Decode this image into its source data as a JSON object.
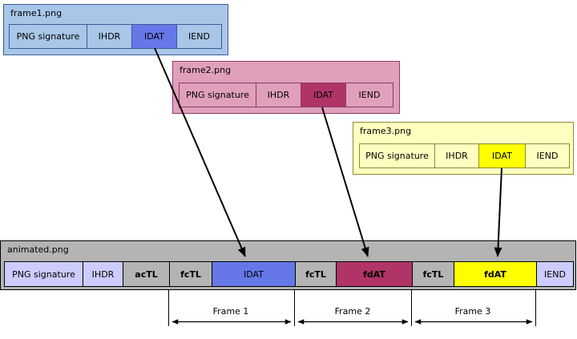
{
  "frames": [
    {
      "title": "frame1.png",
      "chunks": [
        "PNG signature",
        "IHDR",
        "IDAT",
        "IEND"
      ],
      "highlight_chunk": "IDAT",
      "colors": {
        "box_bg": "#a8c6e8",
        "box_border": "#3c5a96",
        "highlight_bg": "#6677e8"
      }
    },
    {
      "title": "frame2.png",
      "chunks": [
        "PNG signature",
        "IHDR",
        "IDAT",
        "IEND"
      ],
      "highlight_chunk": "IDAT",
      "colors": {
        "box_bg": "#e0a0bc",
        "box_border": "#8c3c5f",
        "highlight_bg": "#b03468"
      }
    },
    {
      "title": "frame3.png",
      "chunks": [
        "PNG signature",
        "IHDR",
        "IDAT",
        "IEND"
      ],
      "highlight_chunk": "IDAT",
      "colors": {
        "box_bg": "#ffffc0",
        "box_border": "#8c8c3c",
        "highlight_bg": "#ffff00"
      }
    }
  ],
  "animated": {
    "title": "animated.png",
    "chunks": [
      "PNG signature",
      "IHDR",
      "acTL",
      "fcTL",
      "IDAT",
      "fcTL",
      "fdAT",
      "fcTL",
      "fdAT",
      "IEND"
    ],
    "colors": {
      "box_bg": "#b4b4b4",
      "box_border": "#000000",
      "plain_chunk_bg": "#ccccff",
      "control_chunk_bg": "#b4b4b4",
      "idat_bg": "#6677e8",
      "fdat_frame2_bg": "#b03468",
      "fdat_frame3_bg": "#ffff00"
    }
  },
  "frame_spans": [
    "Frame 1",
    "Frame 2",
    "Frame 3"
  ]
}
